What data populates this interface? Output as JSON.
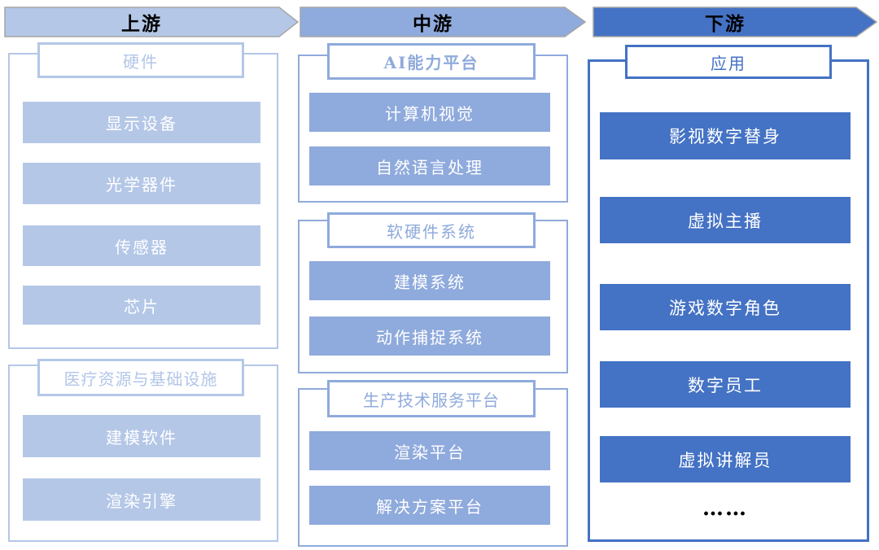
{
  "stages": [
    {
      "label": "上游",
      "fill": "#b4c7e7"
    },
    {
      "label": "中游",
      "fill": "#8faadc"
    },
    {
      "label": "下游",
      "fill": "#4472c4"
    }
  ],
  "columns": [
    {
      "stage": "上游",
      "groups": [
        {
          "title": "硬件",
          "items": [
            "显示设备",
            "光学器件",
            "传感器",
            "芯片"
          ]
        },
        {
          "title": "医疗资源与基础设施",
          "items": [
            "建模软件",
            "渲染引擎"
          ]
        }
      ]
    },
    {
      "stage": "中游",
      "groups": [
        {
          "title": "AI能力平台",
          "items": [
            "计算机视觉",
            "自然语言处理"
          ]
        },
        {
          "title": "软硬件系统",
          "items": [
            "建模系统",
            "动作捕捉系统"
          ]
        },
        {
          "title": "生产技术服务平台",
          "items": [
            "渲染平台",
            "解决方案平台"
          ]
        }
      ]
    },
    {
      "stage": "下游",
      "groups": [
        {
          "title": "应用",
          "items": [
            "影视数字替身",
            "虚拟主播",
            "游戏数字角色",
            "数字员工",
            "虚拟讲解员"
          ],
          "more": "……"
        }
      ]
    }
  ],
  "colors": {
    "upstream_accent": "#b4c7e7",
    "midstream_accent": "#8faadc",
    "downstream_accent": "#4472c4",
    "arrow_outline": "#a6a6a6",
    "arrow_label_text": "#000000",
    "item_text": "#ffffff"
  }
}
